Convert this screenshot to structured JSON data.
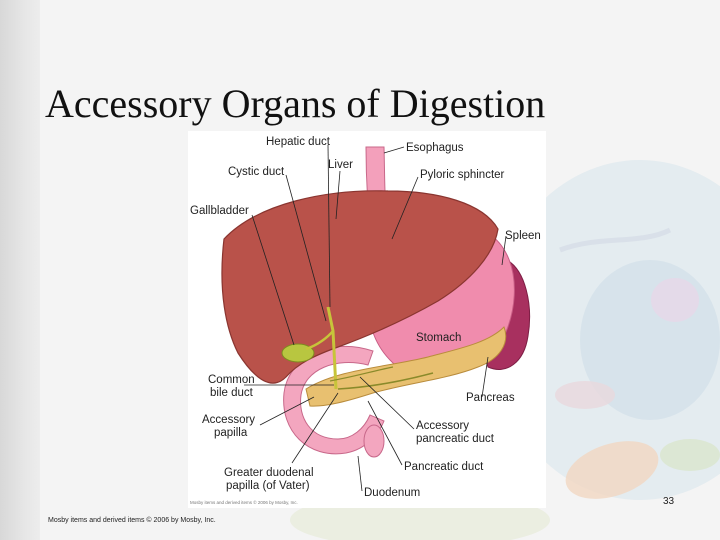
{
  "slide": {
    "title": "Accessory Organs of Digestion",
    "slide_number": "33",
    "footer_credit": "Mosby items and derived items © 2006 by Mosby, Inc."
  },
  "figure": {
    "credit": "Mosby items and derived items © 2006 by Mosby, Inc.",
    "labels": {
      "hepatic_duct": "Hepatic duct",
      "esophagus": "Esophagus",
      "cystic_duct": "Cystic duct",
      "liver": "Liver",
      "pyloric_sphincter": "Pyloric sphincter",
      "gallbladder": "Gallbladder",
      "spleen": "Spleen",
      "stomach": "Stomach",
      "common_bile_duct_1": "Common",
      "common_bile_duct_2": "bile duct",
      "pancreas": "Pancreas",
      "accessory_papilla_1": "Accessory",
      "accessory_papilla_2": "papilla",
      "accessory_pancreatic_duct_1": "Accessory",
      "accessory_pancreatic_duct_2": "pancreatic duct",
      "greater_duodenal_papilla_1": "Greater duodenal",
      "greater_duodenal_papilla_2": "papilla (of Vater)",
      "pancreatic_duct": "Pancreatic duct",
      "duodenum": "Duodenum"
    }
  },
  "colors": {
    "liver": "#b9524a",
    "stomach": "#f08cad",
    "spleen": "#a8305f",
    "pancreas": "#e8c070",
    "gallbladder": "#b8c640"
  }
}
